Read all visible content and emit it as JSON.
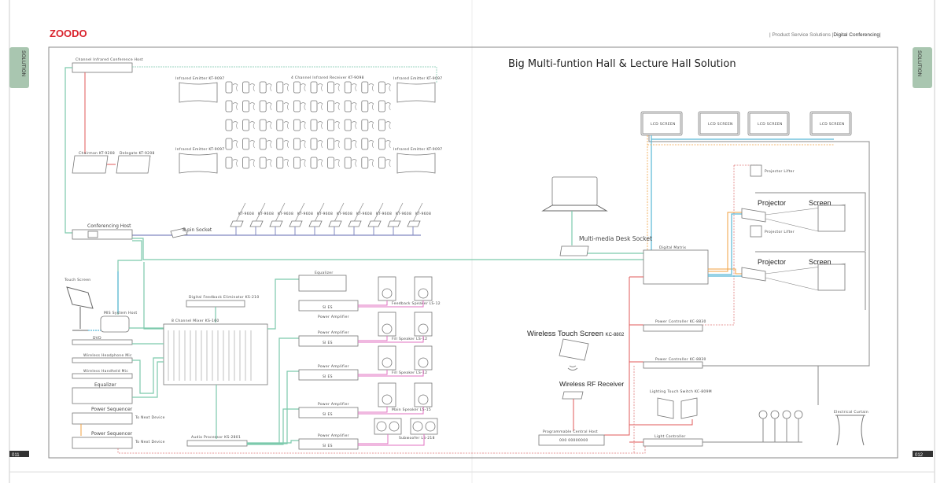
{
  "header": {
    "logo": "ZOODO",
    "breadcrumb_prefix": "|  Product Service Solutions  |",
    "breadcrumb_current": "Digital Conferencing",
    "breadcrumb_suffix": "|",
    "side_tab_left": "SOLUTION",
    "side_tab_right": "SOLUTION",
    "page_left": "011",
    "page_right": "012"
  },
  "title": "Big Multi-funtion Hall & Lecture Hall Solution",
  "left": {
    "ir_host": "Channel Infrared Conference Host",
    "chairman_console": "Chairman KT-9208",
    "delegate_console": "Delegate KT-9208",
    "ir_emitter": "Infrared Emitter KT-9097",
    "ir_receiver": "4 Channel Infrared Receiver KT-9098",
    "mic_model": "KT-9608",
    "socket": "8-pin Socket",
    "conf_host": "Conferencing Host",
    "touch_screen": "Touch Screen",
    "mis_host": "MIS System Host",
    "feedback": "Digital Feedback Eliminator KS-210",
    "mixer": "8 Channel Mixer KS-160",
    "dvd": "DVD",
    "wireless_headphone": "Wireless Headphone Mic",
    "wireless_handheld": "Wireless Handheld Mic",
    "equalizer": "Equalizer",
    "power_sequencer": "Power Sequencer",
    "to_next": "To Next Device",
    "audio_processor": "Audio Processor KS-2801",
    "equalizer_rack": "Equalizer",
    "power_amp": "Power Amplifier",
    "amp_badge": "SI ES",
    "spk_feedback": "Feedback Speaker LS-12",
    "spk_fill1": "Fill Speaker LS-12",
    "spk_fill2": "Fill Speaker LS-12",
    "spk_main": "Main Speaker LS-15",
    "spk_sub": "Subwoofer LS-218"
  },
  "right": {
    "lcd": [
      "LCD SCREEN",
      "LCD SCREEN",
      "LCD SCREEN",
      "LCD SCREEN"
    ],
    "desk_socket": "Multi-media Desk Socket",
    "matrix": "Digital Matrix",
    "projector_lifter": "Projector Lifter",
    "projector": "Projector",
    "screen": "Screen",
    "power_controller": "Power Controller KC-8830",
    "wireless_touch": "Wireless Touch Screen",
    "wireless_touch_model": "KC-8802",
    "rf_receiver": "Wireless RF Receiver",
    "central_host": "Programmable Central Host",
    "central_host_display": "000 00000000",
    "lighting_switch": "Lighting Touch Switch KC-809M",
    "light_controller": "Light Controller",
    "curtain": "Electrical Curtain"
  },
  "colors": {
    "brand_red": "#d9232d",
    "tab_green": "#a9c6b0",
    "line_green": "#7cc9ac",
    "line_blue": "#58b8d6",
    "line_red": "#e05a5a",
    "line_orange": "#f0a040",
    "line_pink": "#e070c0"
  }
}
